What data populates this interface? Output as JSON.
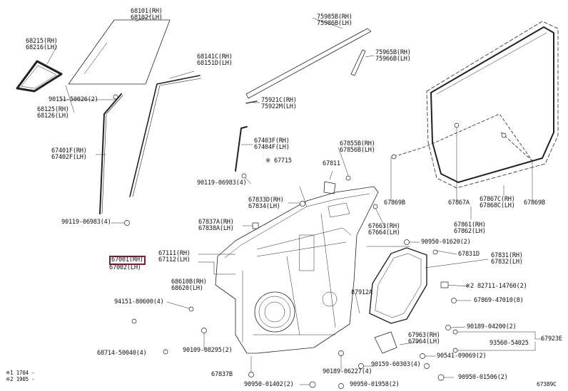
{
  "diagram_code": "67389C",
  "highlight_color": "#8b1a35",
  "footnotes": [
    "※1 1704 -",
    "※2 1905 -"
  ],
  "parts": [
    {
      "id": "p68101",
      "lines": [
        "68101(RH)",
        "68102(LH)"
      ]
    },
    {
      "id": "p68215",
      "lines": [
        "68215(RH)",
        "68216(LH)"
      ]
    },
    {
      "id": "p90151",
      "lines": [
        "90151-50026(2)"
      ]
    },
    {
      "id": "p68125",
      "lines": [
        "68125(RH)",
        "68126(LH)"
      ]
    },
    {
      "id": "p67401",
      "lines": [
        "67401F(RH)",
        "67402F(LH)"
      ]
    },
    {
      "id": "p90119a",
      "lines": [
        "90119-06983(4)"
      ]
    },
    {
      "id": "p68141",
      "lines": [
        "68141C(RH)",
        "68151D(LH)"
      ]
    },
    {
      "id": "p75985",
      "lines": [
        "75985B(RH)",
        "75986B(LH)"
      ]
    },
    {
      "id": "p75965",
      "lines": [
        "75965B(RH)",
        "75966B(LH)"
      ]
    },
    {
      "id": "p75921",
      "lines": [
        "75921C(RH)",
        "75922M(LH)"
      ]
    },
    {
      "id": "p67403",
      "lines": [
        "67403F(RH)",
        "67404F(LH)"
      ]
    },
    {
      "id": "p67715",
      "lines": [
        "※ 67715"
      ]
    },
    {
      "id": "p90119b",
      "lines": [
        "90119-06983(4)"
      ]
    },
    {
      "id": "p67855",
      "lines": [
        "67855B(RH)",
        "67856B(LH)"
      ]
    },
    {
      "id": "p67811",
      "lines": [
        "67811"
      ]
    },
    {
      "id": "p67833",
      "lines": [
        "67833D(RH)",
        "67834(LH)"
      ]
    },
    {
      "id": "p67837a",
      "lines": [
        "67837A(RH)",
        "67838A(LH)"
      ]
    },
    {
      "id": "p67111",
      "lines": [
        "67111(RH)",
        "67112(LH)"
      ]
    },
    {
      "id": "p67001",
      "lines": [
        "67001(RH)",
        "67002(LH)"
      ]
    },
    {
      "id": "p68610",
      "lines": [
        "68610B(RH)",
        "68620(LH)"
      ]
    },
    {
      "id": "p94151",
      "lines": [
        "94151-80600(4)"
      ]
    },
    {
      "id": "p68714",
      "lines": [
        "68714-50040(4)"
      ]
    },
    {
      "id": "p90109",
      "lines": [
        "90109-08295(2)"
      ]
    },
    {
      "id": "p67837b",
      "lines": [
        "67837B"
      ]
    },
    {
      "id": "p90950a",
      "lines": [
        "90950-01402(2)"
      ]
    },
    {
      "id": "p90189a",
      "lines": [
        "90189-06227(4)"
      ]
    },
    {
      "id": "p90950b",
      "lines": [
        "90950-01958(2)"
      ]
    },
    {
      "id": "p90159",
      "lines": [
        "90159-60303(4)"
      ]
    },
    {
      "id": "p87912",
      "lines": [
        "87912A"
      ]
    },
    {
      "id": "p67869b",
      "lines": [
        "67869B"
      ]
    },
    {
      "id": "p67867a",
      "lines": [
        "67867A"
      ]
    },
    {
      "id": "p67867c",
      "lines": [
        "67867C(RH)",
        "67868C(LH)"
      ]
    },
    {
      "id": "p67869b2",
      "lines": [
        "67869B"
      ]
    },
    {
      "id": "p67861",
      "lines": [
        "67861(RH)",
        "67862(LH)"
      ]
    },
    {
      "id": "p67663",
      "lines": [
        "67663(RH)",
        "67664(LH)"
      ]
    },
    {
      "id": "p90950c",
      "lines": [
        "90950-01620(2)"
      ]
    },
    {
      "id": "p67831d",
      "lines": [
        "67831D"
      ]
    },
    {
      "id": "p67831",
      "lines": [
        "67831(RH)",
        "67832(LH)"
      ]
    },
    {
      "id": "p82711",
      "lines": [
        "※2 82711-14760(2)"
      ]
    },
    {
      "id": "p67869",
      "lines": [
        "67869-47010(8)"
      ]
    },
    {
      "id": "p90189b",
      "lines": [
        "90189-04200(2)"
      ]
    },
    {
      "id": "p67963",
      "lines": [
        "67963(RH)",
        "67964(LH)"
      ]
    },
    {
      "id": "p67923e",
      "lines": [
        "67923E"
      ]
    },
    {
      "id": "p93560",
      "lines": [
        "93560-54025"
      ]
    },
    {
      "id": "p90541",
      "lines": [
        "90541-09069(2)"
      ]
    },
    {
      "id": "p90950d",
      "lines": [
        "90950-01506(2)"
      ]
    }
  ]
}
